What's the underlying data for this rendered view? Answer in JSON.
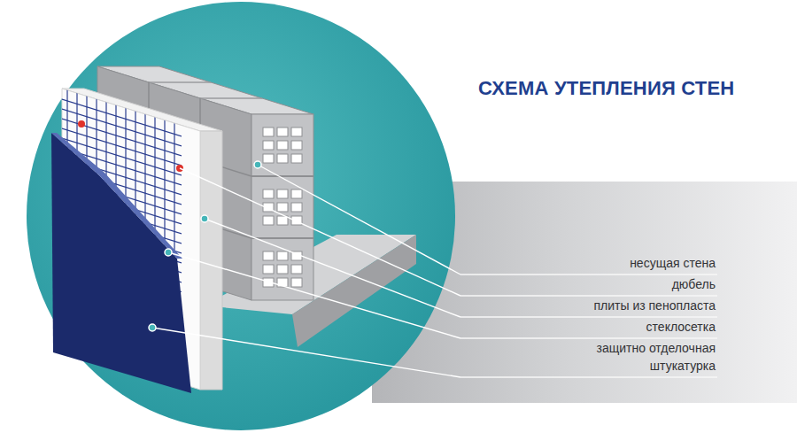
{
  "diagram": {
    "title": "СХЕМА УТЕПЛЕНИЯ СТЕН",
    "labels": [
      "несущая стена",
      "дюбель",
      "плиты из пенопласта",
      "стеклосетка",
      "защитно отделочная штукатурка"
    ]
  }
}
